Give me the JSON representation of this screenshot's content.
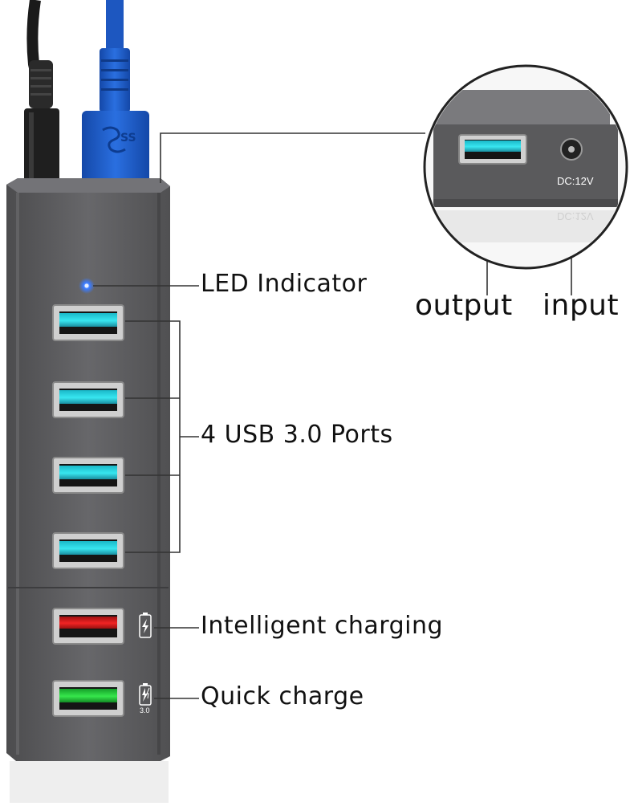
{
  "callouts": {
    "led_indicator": "LED Indicator",
    "usb_ports": "4 USB 3.0 Ports",
    "intelligent_charging": "Intelligent charging",
    "quick_charge": "Quick charge"
  },
  "inset": {
    "output": "output",
    "input": "input",
    "dc_label": "DC:12V",
    "dc_reflection": "DC:12V"
  },
  "quick_charge_badge": "3.0",
  "colors": {
    "hub_body": "#5a5a5c",
    "usb_cable": "#1f5fc8",
    "port_usb3": "#22d6e0",
    "port_intelligent": "#e01818",
    "port_quick": "#21d23a",
    "led": "#3a7bff"
  }
}
